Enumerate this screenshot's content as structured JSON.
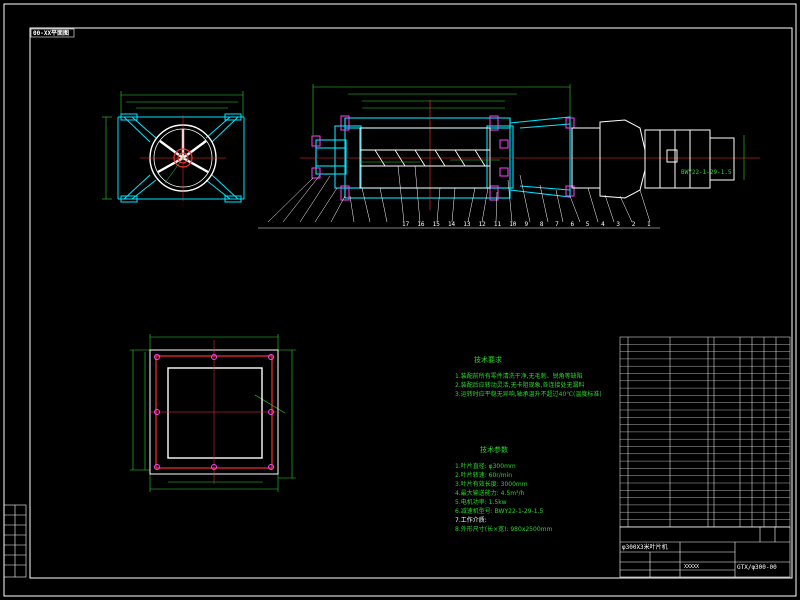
{
  "sheet": {
    "top_left_tag": "00-XX平面图",
    "title_block_name": "φ300X3米叶片机",
    "title_block_code": "GTX/φ300-00",
    "title_block_company": "XXXXX",
    "tech_req_title": "技术要求",
    "tech_req_lines": [
      "1.装配前所有零件清洗干净,无毛刺、锐角等缺陷",
      "2.装配后应转动灵活,无卡阻现象,各连接处无漏料",
      "3.运转时应平稳无异响,轴承温升不超过40℃(温度标准)"
    ],
    "tech_params_title": "技术参数",
    "tech_params_lines": [
      "1.叶片直径: φ300mm",
      "2.叶片转速: 60r/min",
      "3.叶片有效长度: 3000mm",
      "4.最大输送能力: 4.5m³/h",
      "5.电机功率: 1.5kw",
      "6.减速机型号: BWY22-1-29-1.5",
      "7.工作介质:",
      "8.外形尺寸(长×宽): 980x2500mm"
    ],
    "motor_label": "BWY22-1-29-1.5",
    "leader_labels_row": [
      "17",
      "16",
      "15",
      "14",
      "13",
      "12",
      "11",
      "10",
      "9",
      "8",
      "7",
      "6",
      "5",
      "4",
      "3",
      "2",
      "1"
    ]
  }
}
